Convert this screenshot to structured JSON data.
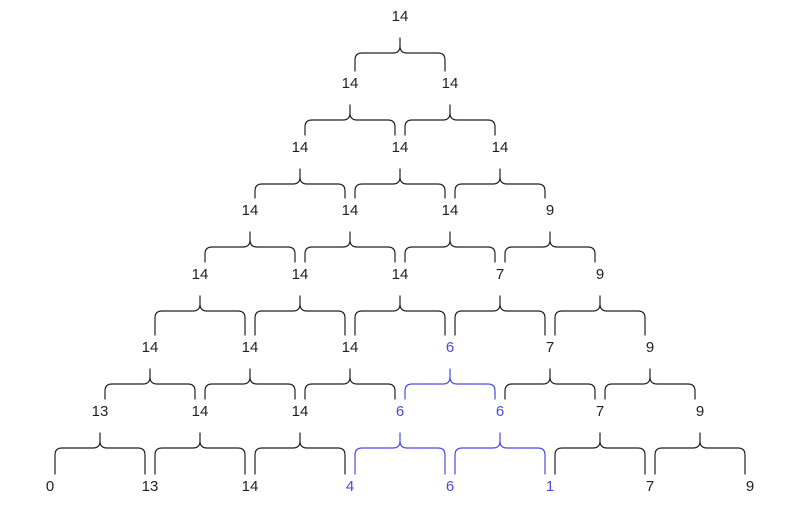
{
  "colors": {
    "normal": "#222222",
    "highlight": "#4a4ae0"
  },
  "rows": [
    [
      {
        "value": "14"
      }
    ],
    [
      {
        "value": "14"
      },
      {
        "value": "14"
      }
    ],
    [
      {
        "value": "14"
      },
      {
        "value": "14"
      },
      {
        "value": "14"
      }
    ],
    [
      {
        "value": "14"
      },
      {
        "value": "14"
      },
      {
        "value": "14"
      },
      {
        "value": "9"
      }
    ],
    [
      {
        "value": "14"
      },
      {
        "value": "14"
      },
      {
        "value": "14"
      },
      {
        "value": "7"
      },
      {
        "value": "9"
      }
    ],
    [
      {
        "value": "14"
      },
      {
        "value": "14"
      },
      {
        "value": "14"
      },
      {
        "value": "6",
        "highlight": true
      },
      {
        "value": "7"
      },
      {
        "value": "9"
      }
    ],
    [
      {
        "value": "13"
      },
      {
        "value": "14"
      },
      {
        "value": "14"
      },
      {
        "value": "6",
        "highlight": true
      },
      {
        "value": "6",
        "highlight": true
      },
      {
        "value": "7"
      },
      {
        "value": "9"
      }
    ],
    [
      {
        "value": "0"
      },
      {
        "value": "13"
      },
      {
        "value": "14"
      },
      {
        "value": "4",
        "highlight": true
      },
      {
        "value": "6",
        "highlight": true
      },
      {
        "value": "1",
        "highlight": true
      },
      {
        "value": "7"
      },
      {
        "value": "9"
      }
    ]
  ]
}
